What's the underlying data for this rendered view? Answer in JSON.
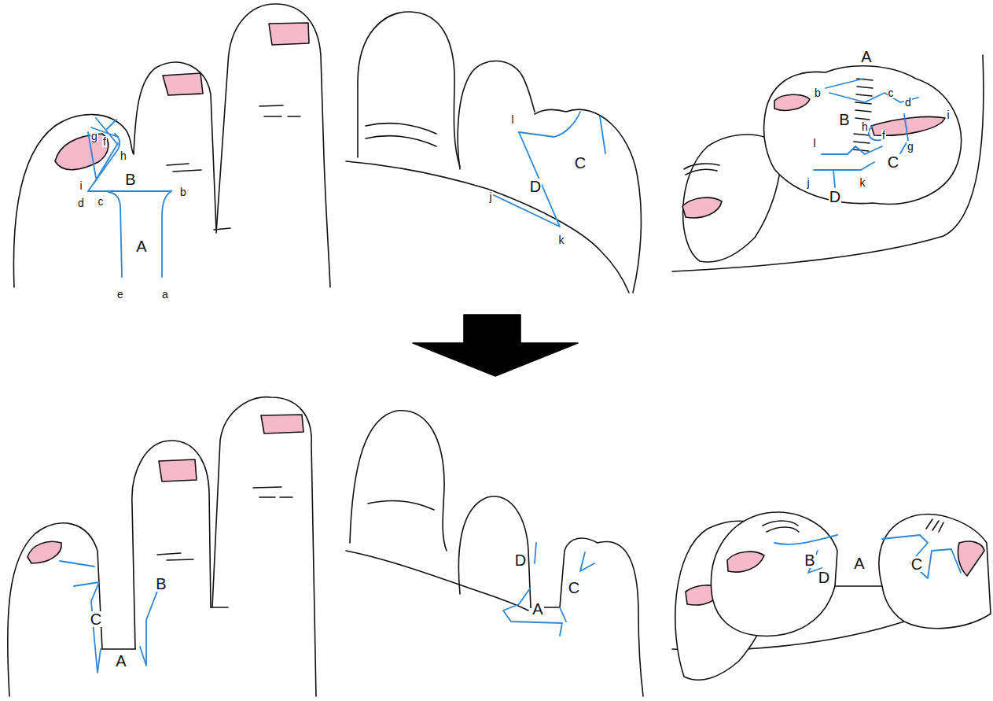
{
  "diagram": {
    "labels": [
      "g",
      "f",
      "h",
      "i",
      "B",
      "d",
      "c",
      "b",
      "A",
      "e",
      "a",
      "l",
      "C",
      "D",
      "j",
      "k",
      "A",
      "b",
      "c",
      "d",
      "i",
      "B",
      "h",
      "f",
      "g",
      "l",
      "C",
      "j",
      "D",
      "k",
      "C",
      "B",
      "A",
      "D",
      "C",
      "A",
      "B",
      "D",
      "A",
      "C"
    ]
  }
}
